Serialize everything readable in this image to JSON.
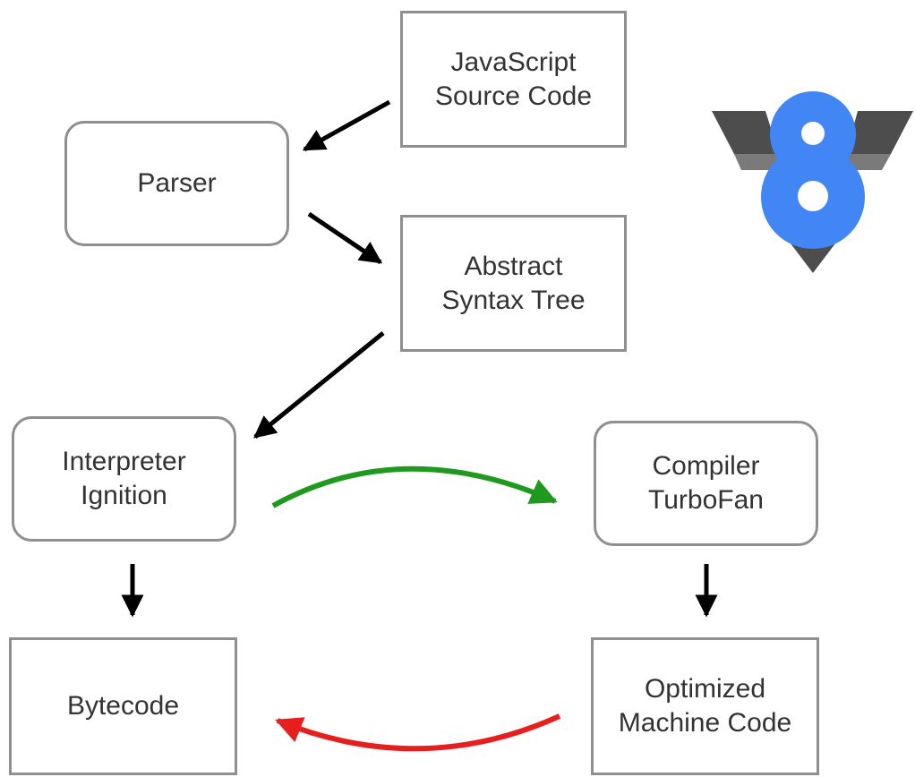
{
  "diagram": {
    "nodes": {
      "source": "JavaScript\nSource Code",
      "parser": "Parser",
      "ast": "Abstract\nSyntax Tree",
      "interpreter": "Interpreter\nIgnition",
      "compiler": "Compiler\nTurboFan",
      "bytecode": "Bytecode",
      "optimized": "Optimized\nMachine Code"
    },
    "edges": [
      {
        "from": "source",
        "to": "parser"
      },
      {
        "from": "parser",
        "to": "ast"
      },
      {
        "from": "ast",
        "to": "interpreter"
      },
      {
        "from": "interpreter",
        "to": "compiler",
        "color": "#1f9a1f"
      },
      {
        "from": "interpreter",
        "to": "bytecode"
      },
      {
        "from": "compiler",
        "to": "optimized"
      },
      {
        "from": "optimized",
        "to": "bytecode",
        "color": "#e61e1e"
      }
    ],
    "logo": {
      "icon": "v8-logo",
      "colors": {
        "primary": "#4285f4",
        "dark": "#4d4d4d",
        "mid": "#7a7a7a",
        "light": "#a5a5a5"
      }
    }
  }
}
